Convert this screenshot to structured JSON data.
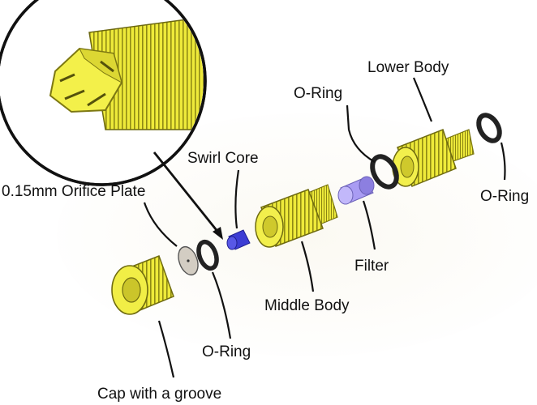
{
  "labels": {
    "lower_body": "Lower Body",
    "o_ring_top": "O-Ring",
    "swirl_core": "Swirl Core",
    "orifice_plate": "0.15mm Orifice Plate",
    "o_ring_right": "O-Ring",
    "filter": "Filter",
    "middle_body": "Middle Body",
    "o_ring_bottom": "O-Ring",
    "cap": "Cap with a groove"
  },
  "colors": {
    "part_yellow": "#f0ee3c",
    "part_yellow_dark": "#a8a21a",
    "ring_dark": "#2a2a2a",
    "filter_blue": "#a89cf2",
    "core_blue": "#3b3bd1",
    "plate_gray": "#cfc9c0",
    "line": "#111111"
  }
}
